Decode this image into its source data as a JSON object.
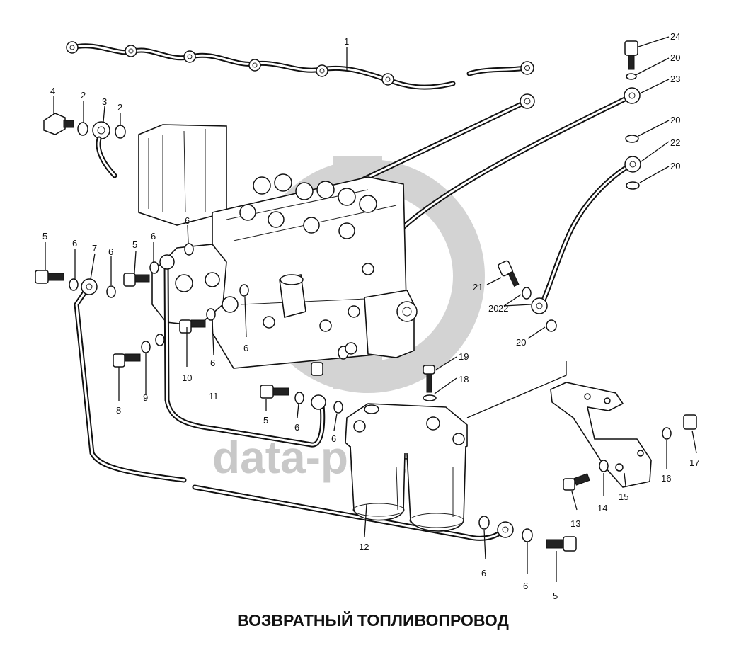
{
  "watermark": {
    "logo_text": "dp",
    "text": "data-parts",
    "color": "#c8c8c8"
  },
  "title": "ВОЗВРАТНЫЙ ТОПЛИВОПРОВОД",
  "colors": {
    "ink": "#111111",
    "background": "#ffffff"
  },
  "callouts": [
    {
      "id": "c1",
      "label": "1"
    },
    {
      "id": "c2",
      "label": "2"
    },
    {
      "id": "c3",
      "label": "3"
    },
    {
      "id": "c4",
      "label": "2"
    },
    {
      "id": "c5",
      "label": "4"
    },
    {
      "id": "c6",
      "label": "24"
    },
    {
      "id": "c7",
      "label": "20"
    },
    {
      "id": "c8",
      "label": "23"
    },
    {
      "id": "c9",
      "label": "20"
    },
    {
      "id": "c10",
      "label": "22"
    },
    {
      "id": "c11",
      "label": "20"
    },
    {
      "id": "c12",
      "label": "5"
    },
    {
      "id": "c13",
      "label": "6"
    },
    {
      "id": "c14",
      "label": "7"
    },
    {
      "id": "c15",
      "label": "6"
    },
    {
      "id": "c16",
      "label": "5"
    },
    {
      "id": "c17",
      "label": "6"
    },
    {
      "id": "c18",
      "label": "6"
    },
    {
      "id": "c19",
      "label": "21"
    },
    {
      "id": "c20",
      "label": "20"
    },
    {
      "id": "c21",
      "label": "22"
    },
    {
      "id": "c22",
      "label": "20"
    },
    {
      "id": "c23",
      "label": "6"
    },
    {
      "id": "c24",
      "label": "6"
    },
    {
      "id": "c25",
      "label": "10"
    },
    {
      "id": "c26",
      "label": "8"
    },
    {
      "id": "c27",
      "label": "9"
    },
    {
      "id": "c28",
      "label": "11"
    },
    {
      "id": "c29",
      "label": "5"
    },
    {
      "id": "c30",
      "label": "6"
    },
    {
      "id": "c31",
      "label": "6"
    },
    {
      "id": "c32",
      "label": "19"
    },
    {
      "id": "c33",
      "label": "18"
    },
    {
      "id": "c34",
      "label": "17"
    },
    {
      "id": "c35",
      "label": "16"
    },
    {
      "id": "c36",
      "label": "15"
    },
    {
      "id": "c37",
      "label": "14"
    },
    {
      "id": "c38",
      "label": "13"
    },
    {
      "id": "c39",
      "label": "12"
    },
    {
      "id": "c40",
      "label": "6"
    },
    {
      "id": "c41",
      "label": "6"
    },
    {
      "id": "c42",
      "label": "5"
    }
  ]
}
